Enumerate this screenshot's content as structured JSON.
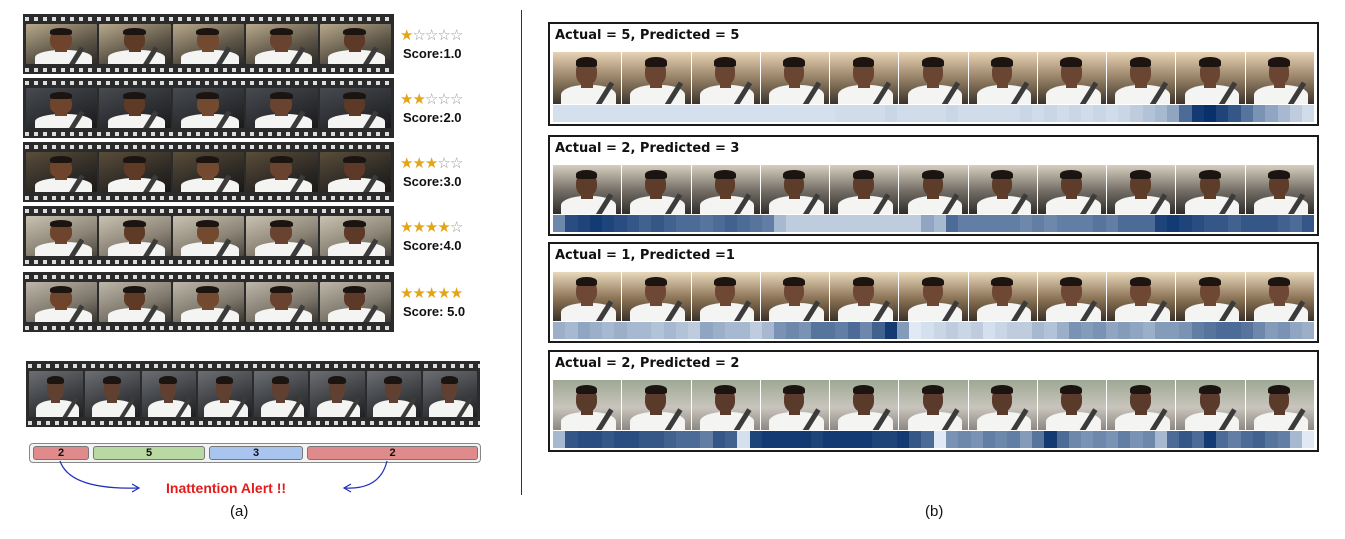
{
  "panel_a": {
    "ratings": [
      {
        "score": "Score:1.0",
        "stars": 1
      },
      {
        "score": "Score:2.0",
        "stars": 2
      },
      {
        "score": "Score:3.0",
        "stars": 3
      },
      {
        "score": "Score:4.0",
        "stars": 4
      },
      {
        "score": "Score: 5.0",
        "stars": 5
      }
    ],
    "segments": [
      {
        "label": "2",
        "color": "#e08b8b"
      },
      {
        "label": "5",
        "color": "#b9d9a3"
      },
      {
        "label": "3",
        "color": "#a9c4ef"
      },
      {
        "label": "2",
        "color": "#e08b8b"
      }
    ],
    "alert": "Inattention Alert !!",
    "caption": "(a)"
  },
  "panel_b": {
    "caption": "(b)",
    "rows": [
      {
        "title": "Actual = 5, Predicted = 5",
        "heat": [
          0.1,
          0.1,
          0.1,
          0.1,
          0.1,
          0.1,
          0.1,
          0.1,
          0.1,
          0.1,
          0.1,
          0.1,
          0.1,
          0.1,
          0.1,
          0.1,
          0.1,
          0.1,
          0.1,
          0.1,
          0.1,
          0.1,
          0.1,
          0.12,
          0.12,
          0.12,
          0.12,
          0.15,
          0.12,
          0.12,
          0.12,
          0.12,
          0.15,
          0.12,
          0.12,
          0.12,
          0.12,
          0.12,
          0.15,
          0.12,
          0.15,
          0.12,
          0.15,
          0.12,
          0.15,
          0.12,
          0.15,
          0.2,
          0.25,
          0.3,
          0.4,
          0.7,
          0.95,
          1.0,
          0.9,
          0.8,
          0.65,
          0.5,
          0.4,
          0.3,
          0.2,
          0.12
        ]
      },
      {
        "title": "Actual = 2, Predicted = 3",
        "heat": [
          0.55,
          0.85,
          0.9,
          0.95,
          0.9,
          0.85,
          0.8,
          0.75,
          0.8,
          0.75,
          0.7,
          0.7,
          0.65,
          0.7,
          0.75,
          0.7,
          0.65,
          0.6,
          0.3,
          0.2,
          0.2,
          0.2,
          0.2,
          0.2,
          0.2,
          0.2,
          0.2,
          0.2,
          0.2,
          0.2,
          0.4,
          0.3,
          0.7,
          0.6,
          0.6,
          0.6,
          0.6,
          0.6,
          0.55,
          0.6,
          0.55,
          0.6,
          0.6,
          0.6,
          0.65,
          0.6,
          0.7,
          0.7,
          0.7,
          0.9,
          0.95,
          0.9,
          0.85,
          0.8,
          0.8,
          0.75,
          0.8,
          0.8,
          0.8,
          0.75,
          0.7,
          0.8
        ]
      },
      {
        "title": "Actual = 1, Predicted =1",
        "heat": [
          0.35,
          0.3,
          0.4,
          0.35,
          0.3,
          0.35,
          0.3,
          0.3,
          0.25,
          0.3,
          0.25,
          0.2,
          0.4,
          0.35,
          0.3,
          0.3,
          0.2,
          0.3,
          0.5,
          0.55,
          0.5,
          0.65,
          0.65,
          0.6,
          0.7,
          0.55,
          0.75,
          0.95,
          0.45,
          0.05,
          0.1,
          0.15,
          0.2,
          0.15,
          0.2,
          0.1,
          0.15,
          0.2,
          0.2,
          0.3,
          0.25,
          0.35,
          0.5,
          0.45,
          0.5,
          0.4,
          0.45,
          0.4,
          0.35,
          0.45,
          0.45,
          0.5,
          0.6,
          0.65,
          0.7,
          0.7,
          0.65,
          0.55,
          0.45,
          0.5,
          0.4,
          0.35
        ]
      },
      {
        "title": "Actual = 2, Predicted = 2",
        "heat": [
          0.3,
          0.8,
          0.85,
          0.85,
          0.8,
          0.85,
          0.85,
          0.8,
          0.8,
          0.75,
          0.7,
          0.7,
          0.6,
          0.8,
          0.75,
          0.1,
          0.9,
          0.95,
          0.95,
          0.95,
          0.95,
          0.9,
          0.95,
          0.95,
          0.95,
          0.95,
          0.9,
          0.9,
          0.95,
          0.8,
          0.7,
          0.05,
          0.5,
          0.55,
          0.5,
          0.6,
          0.55,
          0.6,
          0.45,
          0.65,
          0.95,
          0.7,
          0.55,
          0.5,
          0.55,
          0.5,
          0.6,
          0.5,
          0.55,
          0.3,
          0.7,
          0.8,
          0.7,
          0.95,
          0.7,
          0.6,
          0.7,
          0.75,
          0.65,
          0.6,
          0.3,
          0.05
        ]
      }
    ]
  }
}
